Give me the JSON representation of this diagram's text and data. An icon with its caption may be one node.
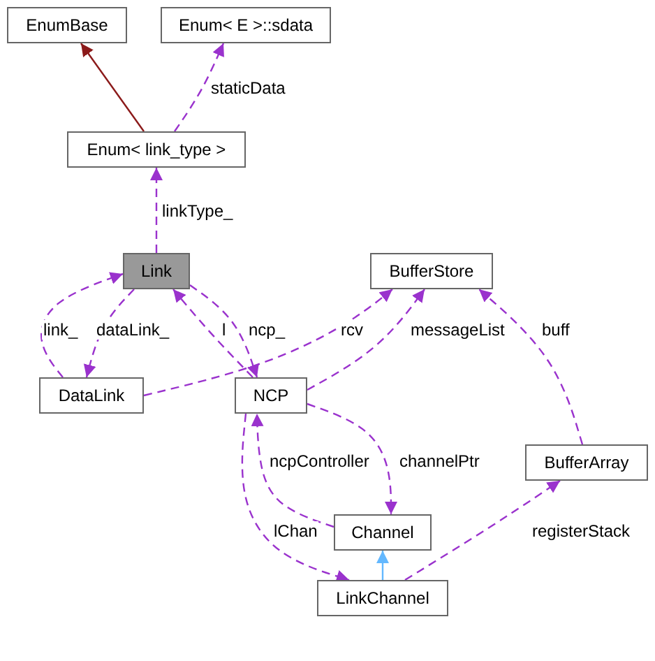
{
  "diagram": {
    "nodes": [
      {
        "text": [
          "EnumBase"
        ]
      },
      {
        "text": [
          "Enum< E >::sdata"
        ]
      },
      {
        "text": [
          "Enum< link_type >"
        ]
      },
      {
        "text": [
          "Link"
        ]
      },
      {
        "text": [
          "BufferStore"
        ]
      },
      {
        "text": [
          "DataLink"
        ]
      },
      {
        "text": [
          "NCP"
        ]
      },
      {
        "text": [
          "BufferArray"
        ]
      },
      {
        "text": [
          "Channel"
        ]
      },
      {
        "text": [
          "LinkChannel"
        ]
      }
    ],
    "edges": [
      {
        "from": 2,
        "to": 0,
        "arrow": "to",
        "color": "#8b1a1a"
      },
      {
        "from": 2,
        "to": 1,
        "arrow": "to",
        "label": "staticData",
        "style": "dashed"
      },
      {
        "from": 3,
        "to": 2,
        "arrow": "to",
        "label": "linkType_",
        "style": "dashed"
      },
      {
        "from": 5,
        "to": 3,
        "arrow": "to",
        "label": "link_",
        "style": "dashed"
      },
      {
        "from": 3,
        "to": 5,
        "arrow": "to",
        "label": "dataLink_",
        "style": "dashed"
      },
      {
        "from": 6,
        "to": 3,
        "arrow": "to",
        "label": "l",
        "style": "dashed"
      },
      {
        "from": 3,
        "to": 6,
        "arrow": "to",
        "label": "ncp_",
        "style": "dashed"
      },
      {
        "from": 5,
        "to": 4,
        "arrow": "to",
        "label": "rcv",
        "style": "dashed"
      },
      {
        "from": 6,
        "to": 4,
        "arrow": "to",
        "label": "messageList",
        "style": "dashed"
      },
      {
        "from": 7,
        "to": 4,
        "arrow": "to",
        "label": "buff",
        "style": "dashed"
      },
      {
        "from": 6,
        "to": 8,
        "arrow": "to",
        "label": "channelPtr",
        "style": "dashed"
      },
      {
        "from": 8,
        "to": 6,
        "arrow": "to",
        "label": "ncpController",
        "style": "dashed"
      },
      {
        "from": 6,
        "to": 9,
        "arrow": "to",
        "label": "lChan",
        "style": "dashed"
      },
      {
        "from": 9,
        "to": 7,
        "arrow": "to",
        "label": "registerStack",
        "style": "dashed"
      },
      {
        "from": 9,
        "to": 8,
        "arrow": "to",
        "color": "#63b8ff"
      }
    ]
  }
}
